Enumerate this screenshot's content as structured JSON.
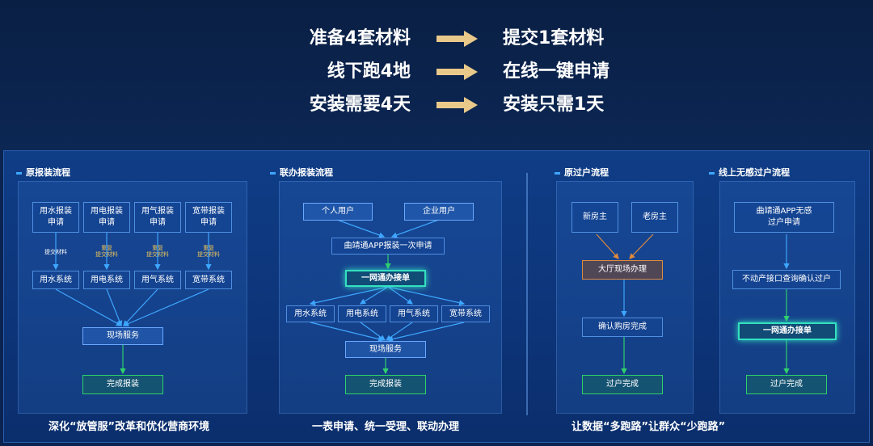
{
  "comparisons": [
    {
      "before": "准备4套材料",
      "after": "提交1套材料"
    },
    {
      "before": "线下跑4地",
      "after": "在线一键申请"
    },
    {
      "before": "安装需要4天",
      "after": "安装只需1天"
    }
  ],
  "colors": {
    "arrow": "#e9c98a",
    "blue_line": "#3ea6ff",
    "green_line": "#2fd06a",
    "orange_line": "#e08a3c",
    "glow": "#34e0c0"
  },
  "sections": {
    "orig_install": {
      "title": "原报装流程",
      "applications": [
        "用水报装\n申请",
        "用电报装\n申请",
        "用气报装\n申请",
        "宽带报装\n申请"
      ],
      "notes": [
        "提交材料",
        "重复\n提交材料",
        "重复\n提交材料",
        "重复\n提交材料"
      ],
      "systems": [
        "用水系统",
        "用电系统",
        "用气系统",
        "宽带系统"
      ],
      "service": "现场服务",
      "done": "完成报装"
    },
    "joint_install": {
      "title": "联办报装流程",
      "users": [
        "个人用户",
        "企业用户"
      ],
      "app_apply": "曲靖通APP报装一次申请",
      "dispatch": "一网通办接单",
      "systems": [
        "用水系统",
        "用电系统",
        "用气系统",
        "宽带系统"
      ],
      "service": "现场服务",
      "done": "完成报装"
    },
    "orig_transfer": {
      "title": "原过户流程",
      "owners": [
        "新房主",
        "老房主"
      ],
      "hall": "大厅现场办理",
      "confirm": "确认购房完成",
      "done": "过户完成"
    },
    "online_transfer": {
      "title": "线上无感过户流程",
      "apply": "曲靖通APP无感\n过户申请",
      "query": "不动产接口查询确认过户",
      "dispatch": "一网通办接单",
      "done": "过户完成"
    }
  },
  "slogans": [
    "深化“放管服”改革和优化营商环境",
    "一表申请、统一受理、联动办理",
    "让数据“多跑路”让群众“少跑路”"
  ]
}
